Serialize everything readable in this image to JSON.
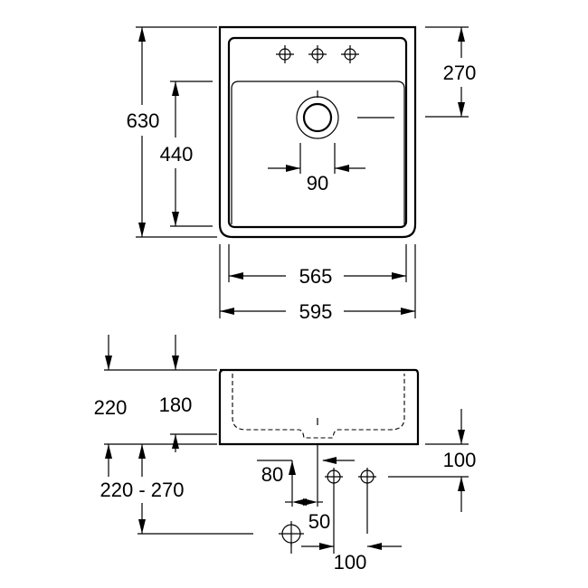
{
  "top_view": {
    "dimensions": {
      "outer_height": "630",
      "inner_height": "440",
      "tap_holes_offset": "270",
      "drain_offset": "90",
      "inner_width": "565",
      "outer_width": "595"
    }
  },
  "side_view": {
    "dimensions": {
      "depth_outer": "220",
      "depth_inner": "180",
      "mount_height_range": "220 - 270",
      "drain_hole_offset": "80",
      "overflow_height": "100",
      "trap_offset": "50",
      "trap_spacing": "100"
    }
  }
}
